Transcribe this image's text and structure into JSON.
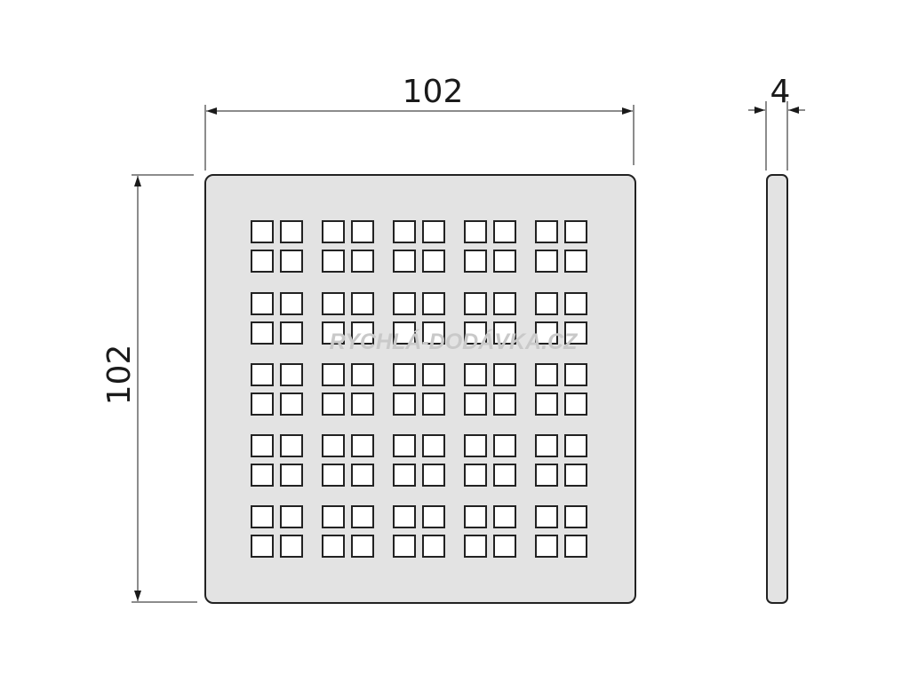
{
  "dimensions": {
    "width": {
      "value": "102"
    },
    "height": {
      "value": "102"
    },
    "thickness": {
      "value": "4"
    }
  },
  "grate": {
    "fill_color": "#e3e3e3",
    "stroke_color": "#222222",
    "pattern": {
      "group_rows": 5,
      "group_cols": 5,
      "holes_per_group": "2x2"
    }
  },
  "watermark": {
    "text": "RYCHLÁ-DODÁVKA.CZ"
  }
}
